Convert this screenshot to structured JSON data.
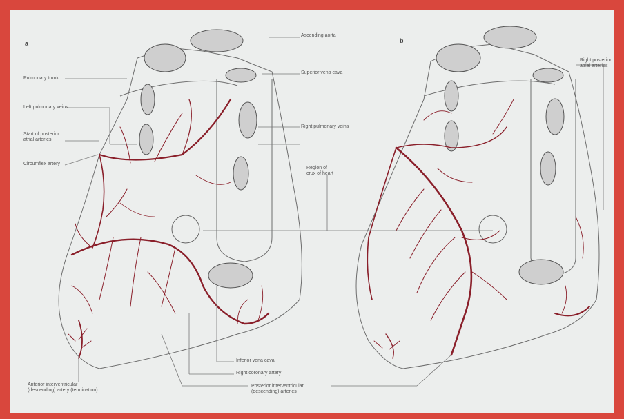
{
  "figure": {
    "panel_a_letter": "a",
    "panel_b_letter": "b"
  },
  "labels_a": {
    "ascending_aorta": "Ascending aorta",
    "superior_vena_cava": "Superior vena cava",
    "pulmonary_trunk": "Pulmonary trunk",
    "left_pulmonary_veins": "Left pulmonary veins",
    "start_posterior": "Start of posterior\natrial arteries",
    "circumflex": "Circumflex artery",
    "right_pulmonary_veins": "Right pulmonary veins",
    "region_crux": "Region of\ncrux of heart",
    "inferior_vena_cava": "Inferior vena cava",
    "right_coronary": "Right coronary artery",
    "anterior_interventricular": "Anterior interventricular\n(descending) artery (termination)",
    "posterior_interventricular": "Posterior interventricular\n(descending) arteries"
  },
  "labels_b": {
    "right_posterior_atrial": "Right posterior\natrial arteries"
  },
  "colors": {
    "frame": "#d9473d",
    "paper": "#eceeed",
    "artery": "#8a1f2a",
    "outline": "#6d6d6d"
  }
}
